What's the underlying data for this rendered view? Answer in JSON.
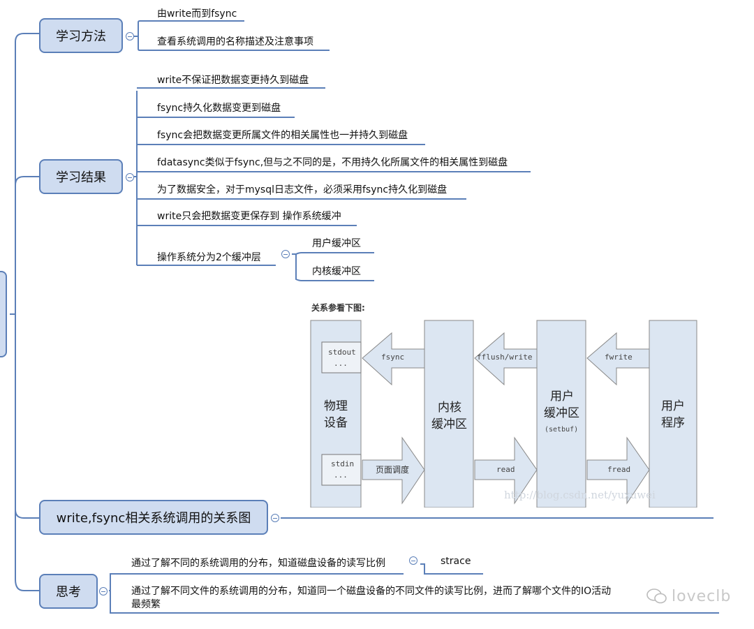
{
  "branches": {
    "method": {
      "label": "学习方法",
      "items": [
        "由write而到fsync",
        "查看系统调用的名称描述及注意事项"
      ]
    },
    "result": {
      "label": "学习结果",
      "items": [
        "write不保证把数据变更持久到磁盘",
        "fsync持久化数据变更到磁盘",
        "fsync会把数据变更所属文件的相关属性也一并持久到磁盘",
        "fdatasync类似于fsync,但与之不同的是，不用持久化所属文件的相关属性到磁盘",
        "为了数据安全，对于mysql日志文件，必须采用fsync持久化到磁盘",
        "write只会把数据变更保存到 操作系统缓冲",
        "操作系统分为2个缓冲层"
      ],
      "buffer_layers": [
        "用户缓冲区",
        "内核缓冲区"
      ]
    },
    "relation": {
      "label": "write,fsync相关系统调用的关系图"
    },
    "thinking": {
      "label": "思考",
      "items": [
        "通过了解不同的系统调用的分布，知道磁盘设备的读写比例",
        "通过了解不同文件的系统调用的分布，知道同一个磁盘设备的不同文件的读写比例，进而了解哪个文件的IO活动",
        "最频繁"
      ],
      "tool": "strace"
    }
  },
  "diagram": {
    "caption": "关系参看下图:",
    "physical": [
      "物理",
      "设备"
    ],
    "kernel": [
      "内核",
      "缓冲区"
    ],
    "user_buf": [
      "用户",
      "缓冲区"
    ],
    "setbuf": "(setbuf)",
    "program": [
      "用户",
      "程序"
    ],
    "stdout": "stdout",
    "stdin": "stdin",
    "dots": "...",
    "arrows_left": [
      "fsync",
      "fflush/write",
      "fwrite"
    ],
    "arrows_right": [
      "页面调度",
      "read",
      "fread"
    ],
    "watermark": "http://blog.csdn.net/yuxuwei"
  },
  "watermark": "loveclb",
  "colors": {
    "node_fill": "#cfdcf0",
    "node_border": "#5b7fb8",
    "line": "#5b7fb8",
    "diagram_fill": "#dce6f2"
  }
}
